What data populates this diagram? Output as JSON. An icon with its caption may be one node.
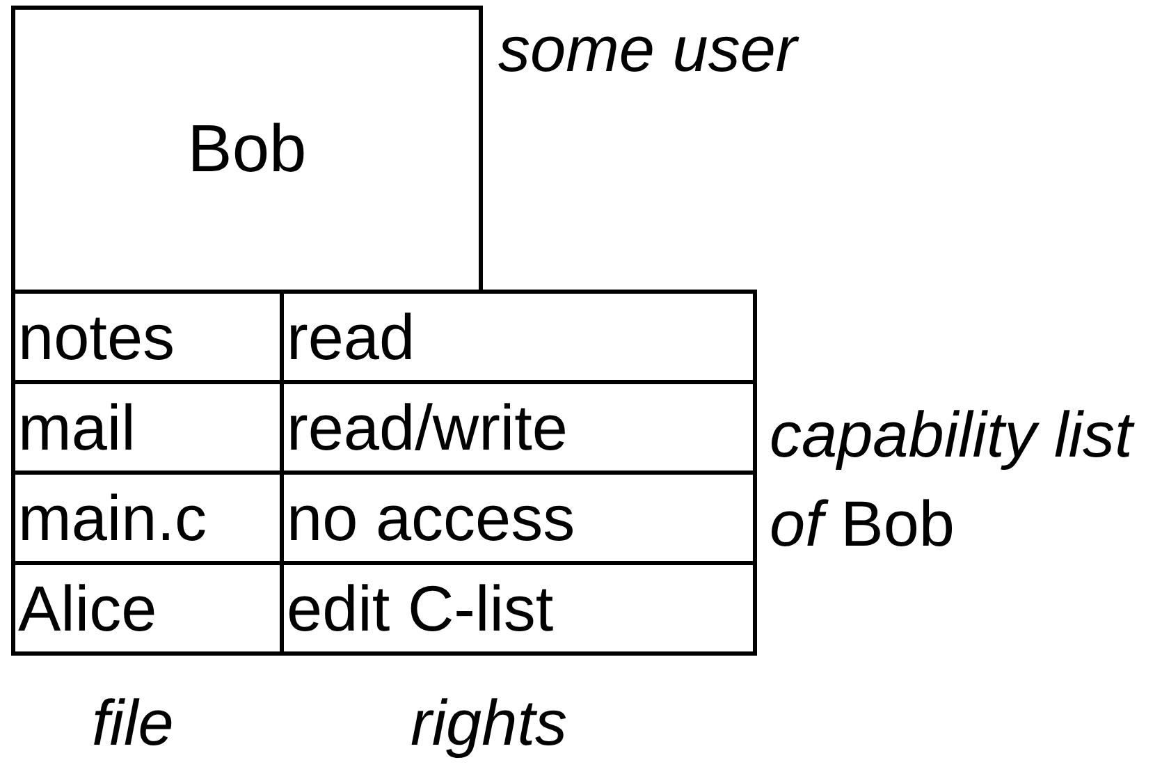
{
  "diagram": {
    "nodes": [
      {
        "text": [
          "Bob"
        ],
        "beside": [
          "some user"
        ]
      }
    ],
    "labels": [
      "notes",
      "read",
      "mail",
      "read/write",
      "main.c",
      "no access",
      "Alice",
      "edit C-list",
      "file",
      "rights",
      "*capability list of* Bob"
    ]
  }
}
